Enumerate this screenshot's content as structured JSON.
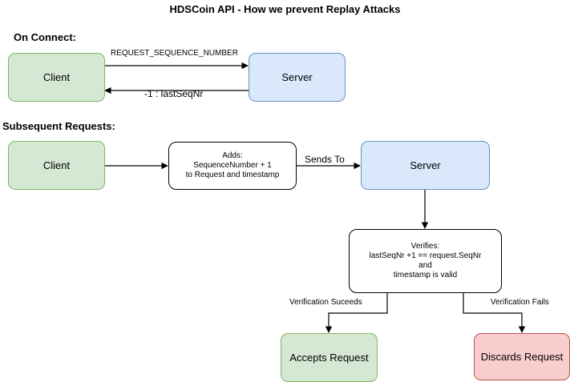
{
  "title": "HDSCoin API - How we prevent Replay Attacks",
  "sections": {
    "on_connect": "On Connect:",
    "subsequent": "Subsequent Requests:"
  },
  "nodes": {
    "client_connect": "Client",
    "server_connect": "Server",
    "client_subsequent": "Client",
    "adds": [
      "Adds:",
      "SequenceNumber + 1",
      "to Request and timestamp"
    ],
    "server_subsequent": "Server",
    "verifies": [
      "Verifies:",
      "lastSeqNr +1 == request.SeqNr",
      "and",
      "timestamp is valid"
    ],
    "accepts": "Accepts Request",
    "discards": "Discards Request"
  },
  "edge_labels": {
    "request_sequence_number": "REQUEST_SEQUENCE_NUMBER",
    "last_seq_nr": "-1 : lastSeqNr",
    "sends_to": "Sends To",
    "verification_succeeds": "Verification Suceeds",
    "verification_fails": "Verification Fails"
  }
}
